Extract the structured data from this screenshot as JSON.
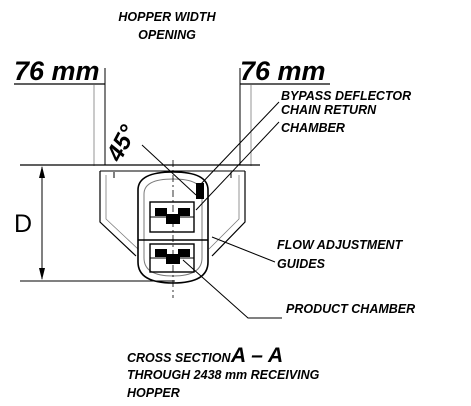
{
  "labels": {
    "hopper_width_line1": "HOPPER WIDTH",
    "hopper_width_line2": "OPENING",
    "dim_left": "76 mm",
    "dim_right": "76 mm",
    "angle": "45°",
    "bypass_deflector": "BYPASS DEFLECTOR",
    "chain_return_line1": "CHAIN RETURN",
    "chain_return_line2": "CHAMBER",
    "depth": "D",
    "flow_adjustment_line1": "FLOW ADJUSTMENT",
    "flow_adjustment_line2": "GUIDES",
    "product_chamber": "PRODUCT CHAMBER",
    "cross_section": "CROSS SECTION",
    "section_id": "A – A",
    "through_line": "THROUGH 2438 mm RECEIVING",
    "hopper": "HOPPER"
  }
}
